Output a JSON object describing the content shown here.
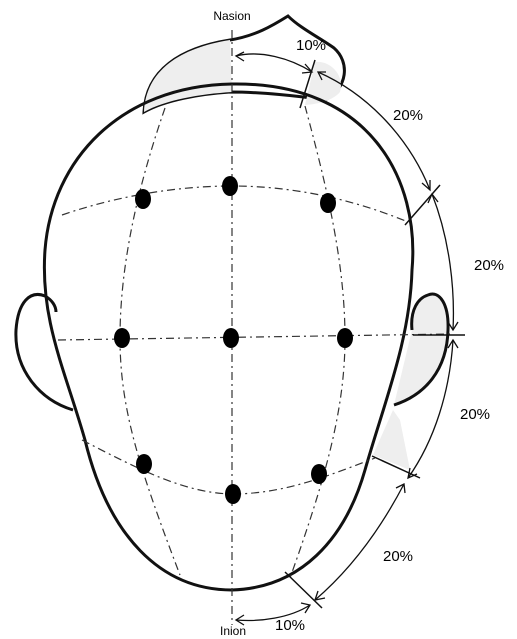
{
  "landmarks": {
    "nasion": "Nasion",
    "inion": "Inion"
  },
  "measurements": {
    "top_front": "10%",
    "upper_right": "20%",
    "right_upper_mid": "20%",
    "right_lower_mid": "20%",
    "lower_right": "20%",
    "bottom_back": "10%"
  },
  "electrode_count": 9,
  "colors": {
    "outline": "#111111",
    "shade": "#eeeeee",
    "electrode": "#000000"
  }
}
